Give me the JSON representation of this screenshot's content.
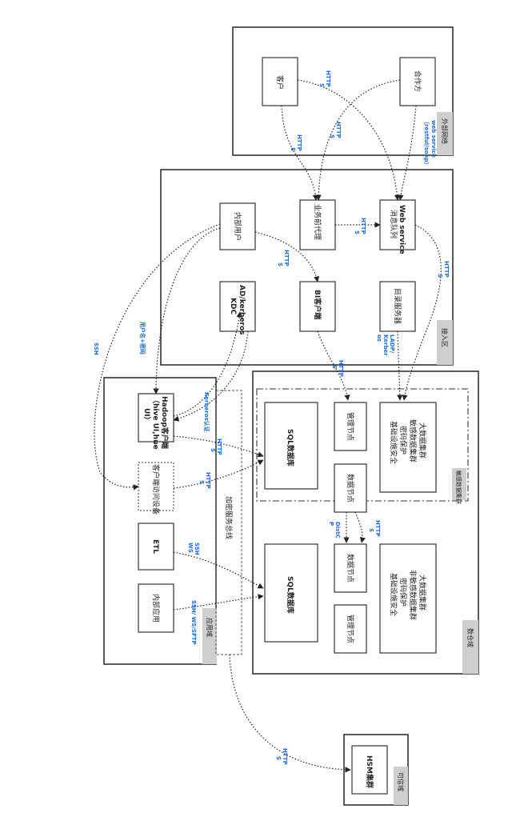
{
  "zones": {
    "external": "外部网络",
    "access": "接入区",
    "application": "应用域",
    "datawarehouse": "数仓域",
    "sensitive": "敏感数据集群",
    "trusted": "可信域",
    "encryption_bus": "加密服务总线"
  },
  "nodes": {
    "customer": "客户",
    "partner": "合作方",
    "business_proxy": "业务前代理",
    "web_service": "Web service",
    "web_service_sub": "消息队列",
    "internal_user": "内部用户",
    "bi_client": "BI客户端",
    "ad_kdc_line1": "AD/kerberos",
    "ad_kdc_line2": "KDC",
    "directory_server": "目录服务器",
    "hadoop_client_line1": "Hadoop客户端",
    "hadoop_client_line2": "（hive UI,hue",
    "hadoop_client_line3": "UI）",
    "client_access": "客户端访问设备",
    "etl": "ETL",
    "internal_app": "内部应用",
    "sql_db_1": "SQL数据库",
    "sql_db_2": "SQL数据库",
    "mgmt_node_1": "管理节点",
    "mgmt_node_2": "管理节点",
    "data_node_1": "数据节点",
    "data_node_2": "数据节点",
    "bigdata_1_line1": "大数据集群",
    "bigdata_1_line2": "敏感数据集群",
    "bigdata_1_line3": "密码保护",
    "bigdata_1_line4": "基础设施安全",
    "bigdata_2_line1": "大数据集群",
    "bigdata_2_line2": "非敏感数据集群",
    "bigdata_2_line3": "密码保护",
    "bigdata_2_line4": "基础设施安全",
    "hsm": "HSM集群"
  },
  "edge_labels": {
    "https_1a": "HTTP",
    "https_1b": "S",
    "https_2a": "HTTP",
    "https_2b": "S",
    "https_3a": "HTTP",
    "https_3b": "S",
    "webservice_a": "web service",
    "webservice_b": "（restful/soap）",
    "https_4a": "HTTP",
    "https_4b": "S",
    "https_5a": "HTTP",
    "https_5b": "S",
    "https_6a": "HTTP",
    "https_6b": "S",
    "ldap_a": "LADP/",
    "ldap_b": "Kerber",
    "ldap_c": "os",
    "https_7a": "HTTP",
    "https_7b": "S",
    "kerberos_auth": "Kerberos认证",
    "https_8a": "HTTP",
    "https_8b": "S",
    "https_9a": "HTTP",
    "https_9b": "S",
    "ssh_ws_a": "SSH",
    "ssh_ws_b": "WS",
    "distcp_a": "DistC",
    "distcp_b": "P",
    "https_10a": "HTTP",
    "https_10b": "S",
    "ssh_sftp": "SSH/ WS/SFTP",
    "ssh": "SSH",
    "user_pass": "用户名+密码",
    "https_11a": "HTTP",
    "https_11b": "S"
  }
}
